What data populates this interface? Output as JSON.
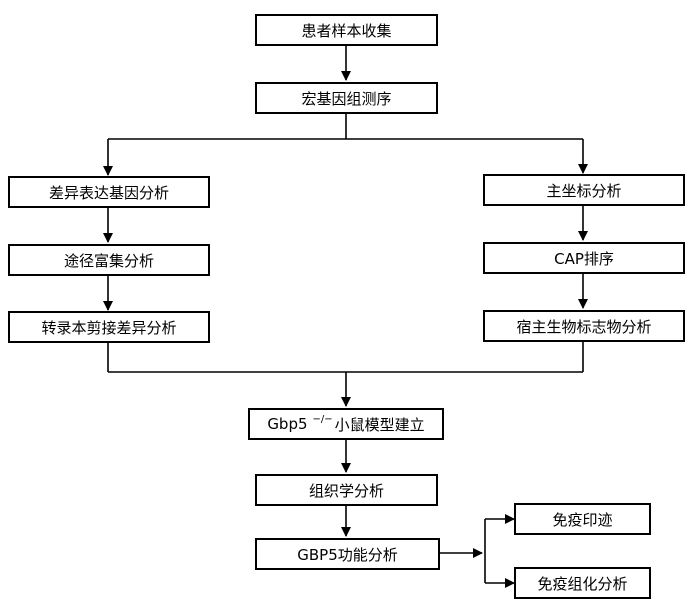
{
  "nodes": {
    "sample_collection": "患者样本收集",
    "metagenome_seq": "宏基因组测序",
    "deg_analysis": "差异表达基因分析",
    "pathway_enrichment": "途径富集分析",
    "splicing_analysis": "转录本剪接差异分析",
    "pcoa": "主坐标分析",
    "cap_ordination": "CAP排序",
    "host_biomarker": "宿主生物标志物分析",
    "mouse_model": {
      "gene": "Gbp5",
      "superscript": "−/−",
      "label": "小鼠模型建立"
    },
    "histology": "组织学分析",
    "gbp5_function": "GBP5功能分析",
    "immunoblot": "免疫印迹",
    "ihc": "免疫组化分析"
  }
}
